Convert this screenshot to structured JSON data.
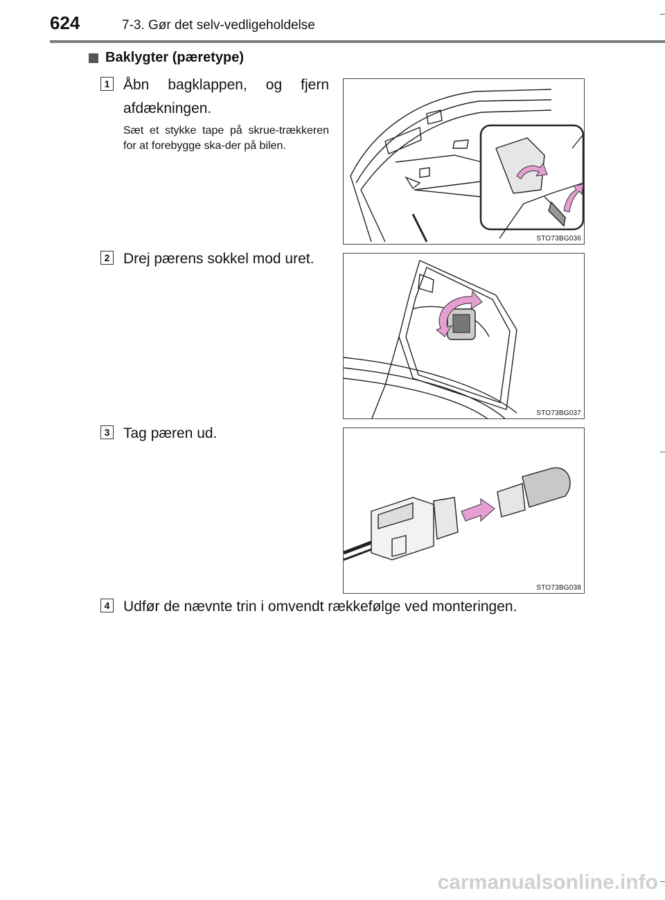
{
  "header": {
    "page_number": "624",
    "chapter": "7-3. Gør det selv-vedligeholdelse"
  },
  "section": {
    "title": "Baklygter (pæretype)"
  },
  "steps": [
    {
      "number": "1",
      "text": "Åbn bagklappen, og fjern afdækningen.",
      "note": "Sæt et stykke tape på skrue-trækkeren for at forebygge ska-der på bilen.",
      "figure_code": "STO73BG036"
    },
    {
      "number": "2",
      "text": "Drej pærens sokkel mod uret.",
      "figure_code": "STO73BG037"
    },
    {
      "number": "3",
      "text": "Tag pæren ud.",
      "figure_code": "STO73BG038"
    },
    {
      "number": "4",
      "text": "Udfør de nævnte trin i omvendt rækkefølge ved monteringen."
    }
  ],
  "watermark": "carmanualsonline.info",
  "colors": {
    "arrow_fill": "#e59fd2",
    "rule": "#7a7a7a"
  }
}
